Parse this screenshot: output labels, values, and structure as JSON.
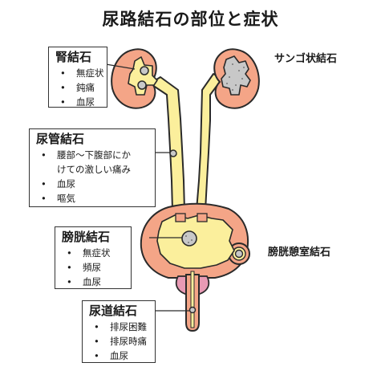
{
  "title": "尿路結石の部位と症状",
  "kidney": {
    "title": "腎結石",
    "symptoms": [
      "無症状",
      "鈍痛",
      "血尿"
    ]
  },
  "ureter": {
    "title": "尿管結石",
    "symptoms": [
      "腰部～下腹部にか",
      "けての激しい痛み",
      "血尿",
      "嘔気"
    ]
  },
  "bladder": {
    "title": "膀胱結石",
    "symptoms": [
      "無症状",
      "頻尿",
      "血尿"
    ]
  },
  "urethra": {
    "title": "尿道結石",
    "symptoms": [
      "排尿困難",
      "排尿時痛",
      "血尿"
    ]
  },
  "staghorn_label": "サンゴ状結石",
  "diverticulum_label": "膀胱憩室結石",
  "colors": {
    "organ": "#f4a587",
    "urine": "#fbef9c",
    "stone": "#c8c8c8",
    "prostate": "#e89ab4",
    "outline": "#2a2a2a"
  }
}
